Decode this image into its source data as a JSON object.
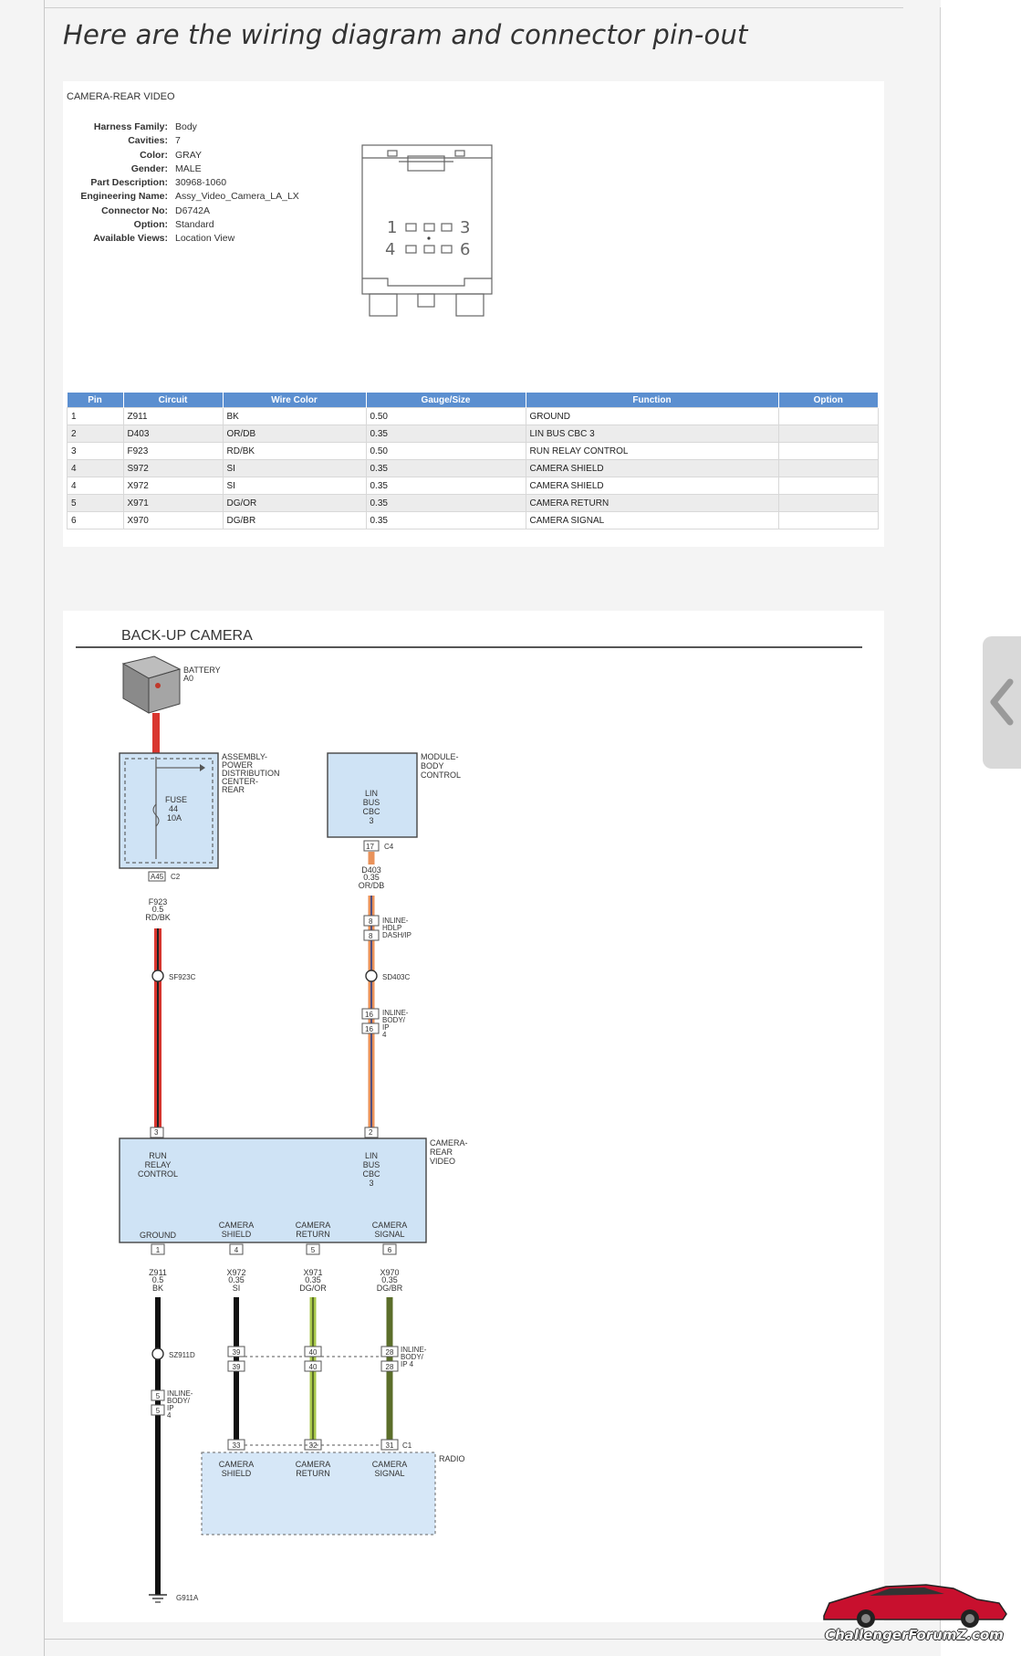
{
  "post": {
    "heading": "Here are the wiring diagram and connector pin-out"
  },
  "connector_info": {
    "title": "CAMERA-REAR VIDEO",
    "fields": [
      {
        "label": "Harness Family:",
        "value": "Body"
      },
      {
        "label": "Cavities:",
        "value": "7"
      },
      {
        "label": "Color:",
        "value": "GRAY"
      },
      {
        "label": "Gender:",
        "value": "MALE"
      },
      {
        "label": "Part Description:",
        "value": "30968-1060"
      },
      {
        "label": "Engineering Name:",
        "value": "Assy_Video_Camera_LA_LX"
      },
      {
        "label": "Connector No:",
        "value": "D6742A"
      },
      {
        "label": "Option:",
        "value": "Standard"
      },
      {
        "label": "Available Views:",
        "value": "Location View"
      }
    ],
    "face_labels": {
      "p1": "1",
      "p3": "3",
      "p4": "4",
      "p6": "6"
    }
  },
  "pin_table": {
    "headers": [
      "Pin",
      "Circuit",
      "Wire Color",
      "Gauge/Size",
      "Function",
      "Option"
    ],
    "rows": [
      {
        "pin": "1",
        "circuit": "Z911",
        "wire": "BK",
        "gauge": "0.50",
        "function": "GROUND",
        "option": ""
      },
      {
        "pin": "2",
        "circuit": "D403",
        "wire": "OR/DB",
        "gauge": "0.35",
        "function": "LIN BUS CBC 3",
        "option": ""
      },
      {
        "pin": "3",
        "circuit": "F923",
        "wire": "RD/BK",
        "gauge": "0.50",
        "function": "RUN RELAY CONTROL",
        "option": ""
      },
      {
        "pin": "4",
        "circuit": "S972",
        "wire": "SI",
        "gauge": "0.35",
        "function": "CAMERA SHIELD",
        "option": ""
      },
      {
        "pin": "4",
        "circuit": "X972",
        "wire": "SI",
        "gauge": "0.35",
        "function": "CAMERA SHIELD",
        "option": ""
      },
      {
        "pin": "5",
        "circuit": "X971",
        "wire": "DG/OR",
        "gauge": "0.35",
        "function": "CAMERA RETURN",
        "option": ""
      },
      {
        "pin": "6",
        "circuit": "X970",
        "wire": "DG/BR",
        "gauge": "0.35",
        "function": "CAMERA SIGNAL",
        "option": ""
      }
    ]
  },
  "diagram": {
    "title": "BACK-UP CAMERA",
    "battery": {
      "l1": "BATTERY",
      "l2": "A0"
    },
    "pdc": {
      "l1": "ASSEMBLY-",
      "l2": "POWER",
      "l3": "DISTRIBUTION",
      "l4": "CENTER-",
      "l5": "REAR"
    },
    "fuse": {
      "l1": "FUSE",
      "l2": "44",
      "l3": "10A"
    },
    "pdc_pin": "A45",
    "pdc_conn": "C2",
    "wire_f923": {
      "l1": "F923",
      "l2": "0.5",
      "l3": "RD/BK"
    },
    "splice_f923": "SF923C",
    "bcm": {
      "l1": "MODULE-",
      "l2": "BODY",
      "l3": "CONTROL"
    },
    "bcm_inner": {
      "l1": "LIN",
      "l2": "BUS",
      "l3": "CBC",
      "l4": "3"
    },
    "bcm_pin": "17",
    "bcm_conn": "C4",
    "wire_d403": {
      "l1": "D403",
      "l2": "0.35",
      "l3": "OR/DB"
    },
    "inline1": {
      "pin": "8",
      "l1": "INLINE-",
      "l2": "HDLP",
      "l3": "DASH/IP"
    },
    "splice_d403": "SD403C",
    "inline2": {
      "pin": "16",
      "l1": "INLINE-",
      "l2": "BODY/",
      "l3": "IP",
      "l4": "4"
    },
    "cam_top_pin3": "3",
    "cam_top_pin2": "2",
    "camera": {
      "l1": "CAMERA-",
      "l2": "REAR",
      "l3": "VIDEO"
    },
    "cam_run": {
      "l1": "RUN",
      "l2": "RELAY",
      "l3": "CONTROL"
    },
    "cam_lin": {
      "l1": "LIN",
      "l2": "BUS",
      "l3": "CBC",
      "l4": "3"
    },
    "cam_ground": "GROUND",
    "cam_shield": {
      "l1": "CAMERA",
      "l2": "SHIELD"
    },
    "cam_return": {
      "l1": "CAMERA",
      "l2": "RETURN"
    },
    "cam_signal": {
      "l1": "CAMERA",
      "l2": "SIGNAL"
    },
    "cam_bot_pins": [
      "1",
      "4",
      "5",
      "6"
    ],
    "wire_z911": {
      "l1": "Z911",
      "l2": "0.5",
      "l3": "BK"
    },
    "wire_x972": {
      "l1": "X972",
      "l2": "0.35",
      "l3": "SI"
    },
    "wire_x971": {
      "l1": "X971",
      "l2": "0.35",
      "l3": "DG/OR"
    },
    "wire_x970": {
      "l1": "X970",
      "l2": "0.35",
      "l3": "DG/BR"
    },
    "splice_z911": "SZ911D",
    "inline3": {
      "pin": "5",
      "l1": "INLINE-",
      "l2": "BODY/",
      "l3": "IP",
      "l4": "4"
    },
    "inline4": {
      "pin_a": "39",
      "pin_b": "40",
      "pin_c": "28",
      "l1": "INLINE-",
      "l2": "BODY/",
      "l3": "IP 4"
    },
    "radio_pins": [
      "33",
      "32",
      "31"
    ],
    "radio_conn": "C1",
    "radio": "RADIO",
    "radio_shield": {
      "l1": "CAMERA",
      "l2": "SHIELD"
    },
    "radio_return": {
      "l1": "CAMERA",
      "l2": "RETURN"
    },
    "radio_signal": {
      "l1": "CAMERA",
      "l2": "SIGNAL"
    },
    "ground_label": "G911A"
  },
  "watermark": {
    "text": "ChallengerForumZ.com"
  },
  "icons": {
    "side_tab": "chevron-left-icon",
    "logo": "car-logo-icon"
  }
}
